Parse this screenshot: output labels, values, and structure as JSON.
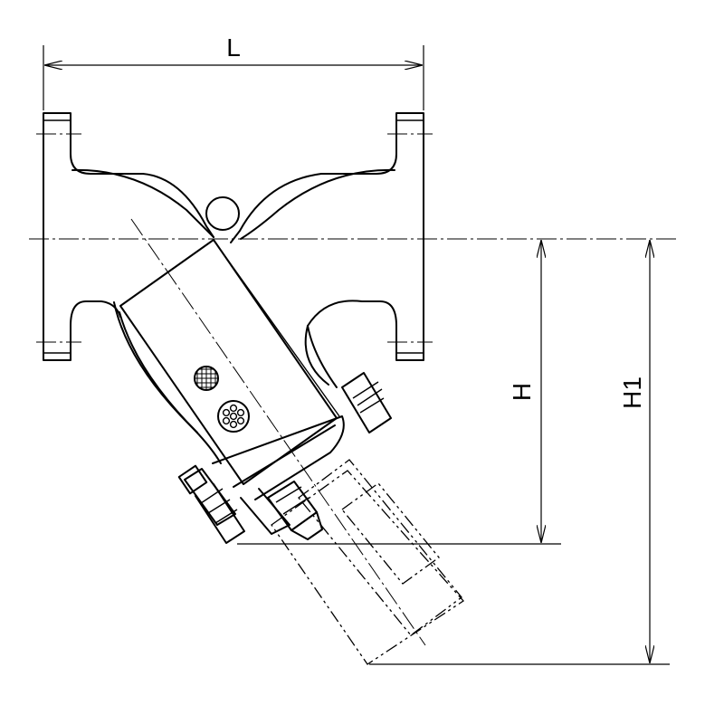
{
  "dimensions": {
    "length_label": "L",
    "height_label": "H",
    "height_total_label": "H1"
  }
}
